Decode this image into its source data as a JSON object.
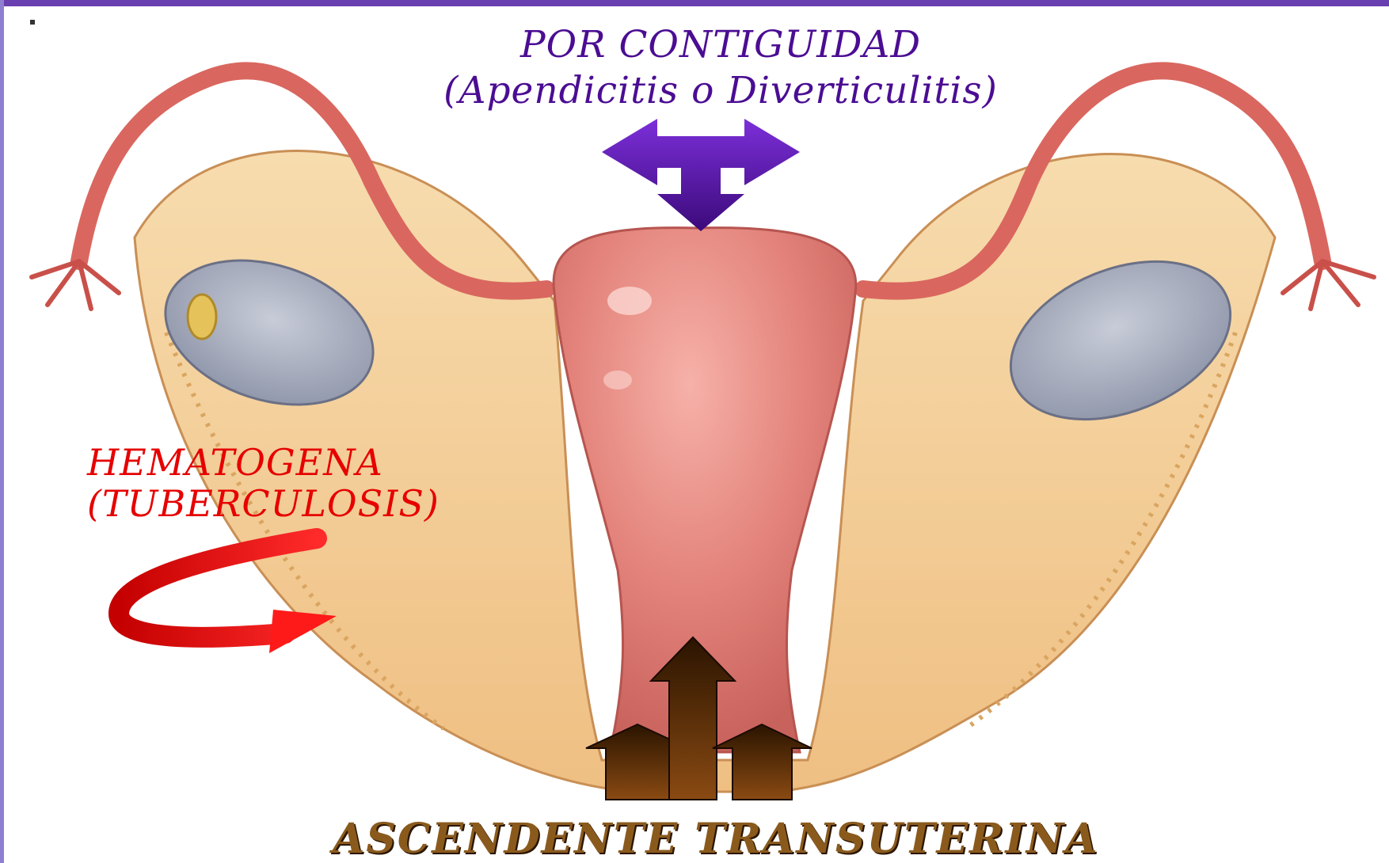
{
  "labels": {
    "contiguity_line1": "POR CONTIGUIDAD",
    "contiguity_line2": "(Apendicitis o Diverticulitis)",
    "hematogenous_line1": "HEMATOGENA",
    "hematogenous_line2": "(TUBERCULOSIS)",
    "ascending": "ASCENDENTE TRANSUTERINA"
  },
  "colors": {
    "contiguity": "#4b0d93",
    "hematogenous": "#e60000",
    "ascending": "#8a5a1d",
    "tissue": "#f2c98c",
    "uterus": "#e3837b",
    "ovary": "#a7b0c4",
    "tube": "#d9675f"
  }
}
